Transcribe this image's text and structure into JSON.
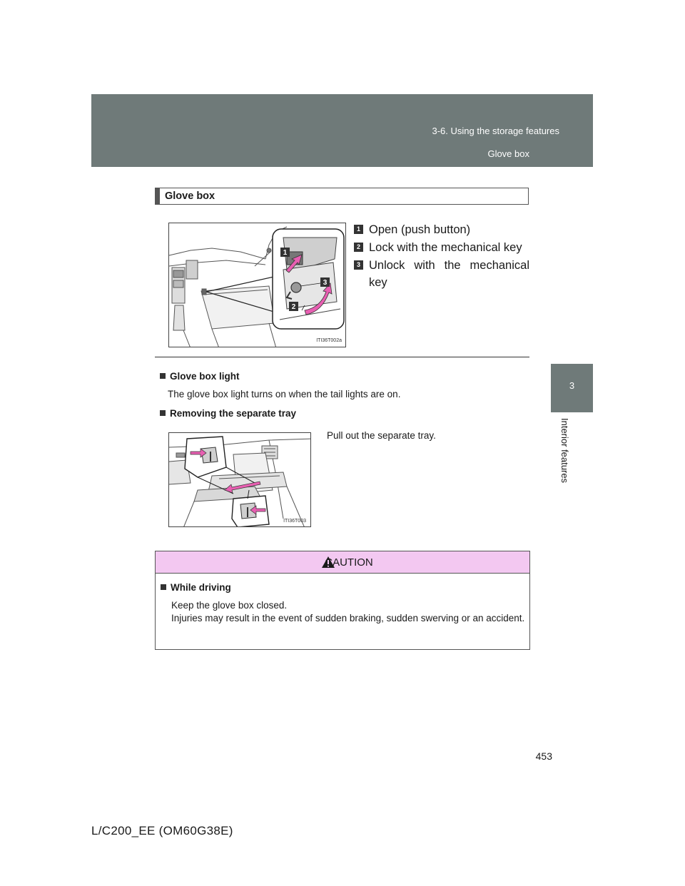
{
  "header": {
    "section": "3-6. Using the storage features",
    "subsection": "Glove box",
    "page_number": "453"
  },
  "side_tab": {
    "number": "3",
    "label": "Interior features"
  },
  "section_heading": "Glove box",
  "figure1": {
    "caption": "ITI36T002a",
    "callouts": [
      "1",
      "2",
      "3"
    ]
  },
  "callout_list": [
    {
      "num": "1",
      "text": "Open (push button)"
    },
    {
      "num": "2",
      "text": "Lock with the mechanical key"
    },
    {
      "num": "3",
      "text": "Unlock with the mechanical key"
    }
  ],
  "notes": {
    "light": {
      "title": "Glove box light",
      "body": "The glove box light turns on when the tail lights are on."
    },
    "tray": {
      "title": "Removing the separate tray",
      "body": "Pull out the separate tray."
    }
  },
  "figure2": {
    "caption": "ITI36T003"
  },
  "caution": {
    "title": "CAUTION",
    "subtitle": "While driving",
    "line1": "Keep the glove box closed.",
    "line2": "Injuries may result in the event of sudden braking, sudden swerving or an accident."
  },
  "footer": {
    "model": "L/C200_EE (OM60G38E)"
  },
  "colors": {
    "header_band": "#6f7a79",
    "caution_bg": "#f3c8f1",
    "arrow_pink": "#e85fb2"
  }
}
